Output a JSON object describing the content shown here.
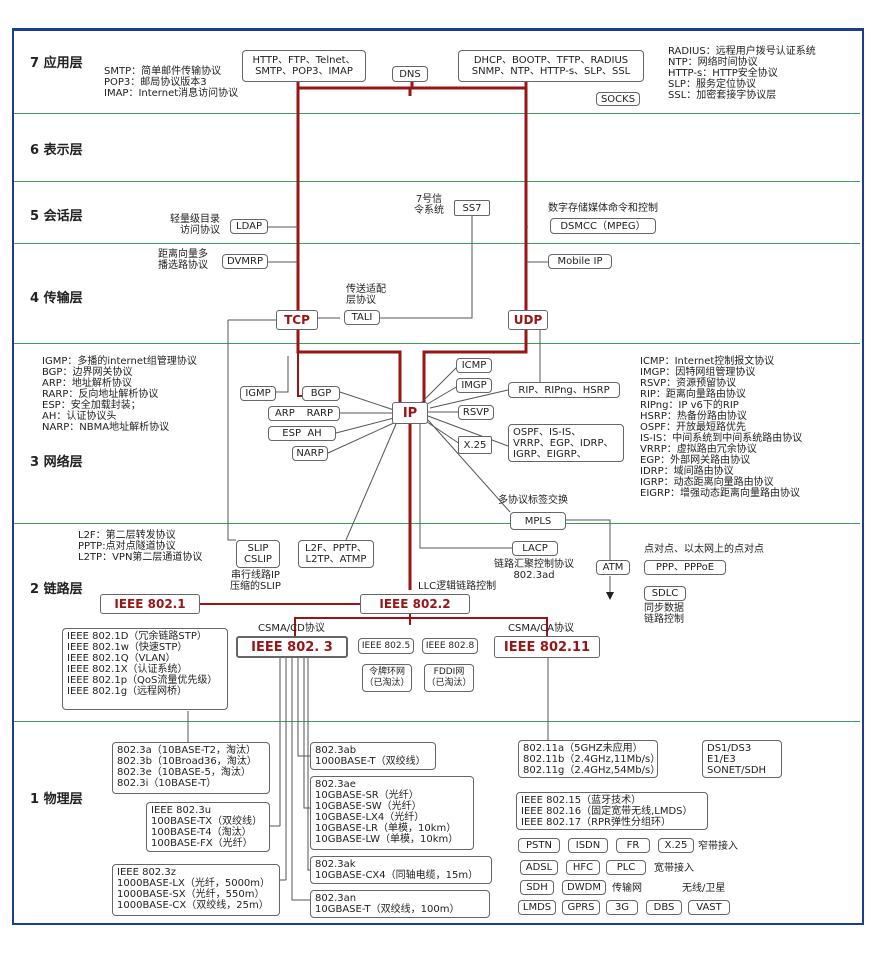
{
  "layers": [
    "7 应用层",
    "6 表示层",
    "5 会话层",
    "4 传输层",
    "3 网络层",
    "2 链路层",
    "1 物理层"
  ],
  "colors": {
    "frame": "#1a3f8f",
    "band": "#3aa05a",
    "thick_line": "#9a1414",
    "thin_line": "#555555",
    "label": "#9a1414"
  },
  "app": {
    "left_notes": "SMTP：简单邮件传输协议\nPOP3：邮局协议版本3\nIMAP：Internet消息访问协议",
    "tcp_apps": "HTTP、FTP、Telnet、\nSMTP、POP3、IMAP",
    "dns": "DNS",
    "udp_apps": "DHCP、BOOTP、TFTP、RADIUS\nSNMP、NTP、HTTP-s、SLP、SSL",
    "socks": "SOCKS",
    "right_notes": "RADIUS：远程用户拨号认证系统\nNTP：网络时间协议\nHTTP-s：HTTP安全协议\nSLP：服务定位协议\nSSL：加密套接字协议层"
  },
  "session": {
    "ss7_label": "7号信\n令系统",
    "ss7": "SS7",
    "ldap_label": "轻量级目录\n访问协议",
    "ldap": "LDAP",
    "dsmcc_label": "数字存储媒体命令和控制",
    "dsmcc": "DSMCC（MPEG）"
  },
  "transport": {
    "dvmrp_label": "距离向量多\n播选路协议",
    "dvmrp": "DVMRP",
    "mobile_ip": "Mobile IP",
    "tali_label": "传送适配\n层协议",
    "tali": "TALI",
    "tcp": "TCP",
    "udp": "UDP"
  },
  "network": {
    "left_notes": "IGMP：多播的internet组管理协议\nBGP：边界网关协议\nARP：地址解析协议\nRARP：反向地址解析协议\nESP：安全加载封装；\nAH：认证协议头\nNARP：NBMA地址解析协议",
    "igmp": "IGMP",
    "bgp": "BGP",
    "arp": "ARP",
    "rarp": "RARP",
    "esp_ah": "ESP  AH",
    "narp": "NARP",
    "ip": "IP",
    "icmp": "ICMP",
    "imgp": "IMGP",
    "rsvp": "RSVP",
    "x25": "X.25",
    "rip_group": "RIP、RIPng、HSRP",
    "ospf_group": "OSPF、IS-IS、\nVRRP、EGP、IDRP、\nIGRP、EIGRP、",
    "mpls_label": "多协议标签交换",
    "mpls": "MPLS",
    "right_notes": "ICMP：Internet控制报文协议\nIMGP：因特网组管理协议\nRSVP：资源预留协议\nRIP：距离向量路由协议\nRIPng：IP v6下的RIP\nHSRP：热备份路由协议\nOSPF：开放最短路优先\nIS-IS：中间系统到中间系统路由协议\nVRRP：虚拟路由冗余协议\nEGP：外部网关路由协议\nIDRP：域间路由协议\nIGRP：动态距离向量路由协议\nEIGRP：增强动态距离向量路由协议"
  },
  "link": {
    "left_notes": "L2F：第二层转发协议\nPPTP:点对点隧道协议\nL2TP：VPN第二层通道协议",
    "slip_cslip": "SLIP\nCSLIP",
    "slip_label": "串行线路IP\n压缩的SLIP",
    "l2f_group": "L2F、PPTP、\nL2TP、ATMP",
    "lacp": "LACP",
    "lacp_label": "链路汇聚控制协议\n802.3ad",
    "atm": "ATM",
    "p2p_label": "点对点、以太网上的点对点",
    "ppp": "PPP、PPPoE",
    "sdlc": "SDLC",
    "sdlc_label": "同步数据\n链路控制",
    "llc_label": "LLC逻辑链路控制",
    "ieee8021": "IEEE 802.1",
    "ieee8022": "IEEE 802.2",
    "csmacd_label": "CSMA/CD协议",
    "ieee8023": "IEEE  802. 3",
    "ieee8025": "IEEE 802.5",
    "ieee8028": "IEEE 802.8",
    "csmaca_label": "CSMA/CA协议",
    "ieee80211": "IEEE 802.11",
    "token_ring": "令牌环网\n（已淘汰）",
    "fddi": "FDDI网\n（已淘汰）",
    "ieee8021_list": "IEEE 802.1D（冗余链路STP）\nIEEE 802.1w（快速STP）\nIEEE 802.1Q（VLAN）\nIEEE 802.1X（认证系统）\nIEEE 802.1p（QoS流量优先级）\nIEEE 802.1g（远程网桥）"
  },
  "physical": {
    "e1": "802.3a（10BASE-T2，淘汰）\n802.3b（10Broad36，淘汰）\n802.3e（10BASE-5，淘汰）\n802.3i（10BASE-T）",
    "e2": "IEEE 802.3u\n100BASE-TX（双绞线）\n100BASE-T4（淘汰）\n100BASE-FX（光纤）",
    "e3": "IEEE 802.3z\n1000BASE-LX（光纤，5000m）\n1000BASE-SX（光纤，550m）\n1000BASE-CX（双绞线，25m）",
    "ab": "802.3ab\n1000BASE-T（双绞线）",
    "ae": "802.3ae\n10GBASE-SR（光纤）\n10GBASE-SW（光纤）\n10GBASE-LX4（光纤）\n10GBASE-LR（单模，10km）\n10GBASE-LW（单模，10km）",
    "ak": "802.3ak\n10GBASE-CX4（同轴电缆，15m）",
    "an": "802.3an\n10GBASE-T（双绞线，100m）",
    "wifi": "802.11a（5GHZ未应用）\n802.11b（2.4GHz,11Mb/s）\n802.11g（2.4GHz,54Mb/s）",
    "ds": "DS1/DS3\nE1/E3\nSONET/SDH",
    "ieee8016": "IEEE 802.15（蓝牙技术）\nIEEE 802.16（固定宽带无线,LMDS）\nIEEE 802.17（RPR弹性分组环）",
    "narrow": [
      "PSTN",
      "ISDN",
      "FR",
      "X.25"
    ],
    "narrow_label": "窄带接入",
    "broad": [
      "ADSL",
      "HFC",
      "PLC"
    ],
    "broad_label": "宽带接入",
    "trans": [
      "SDH",
      "DWDM"
    ],
    "trans_label": "传输网",
    "wireless_label": "无线/卫星",
    "wireless": [
      "LMDS",
      "GPRS",
      "3G",
      "DBS",
      "VAST"
    ]
  }
}
